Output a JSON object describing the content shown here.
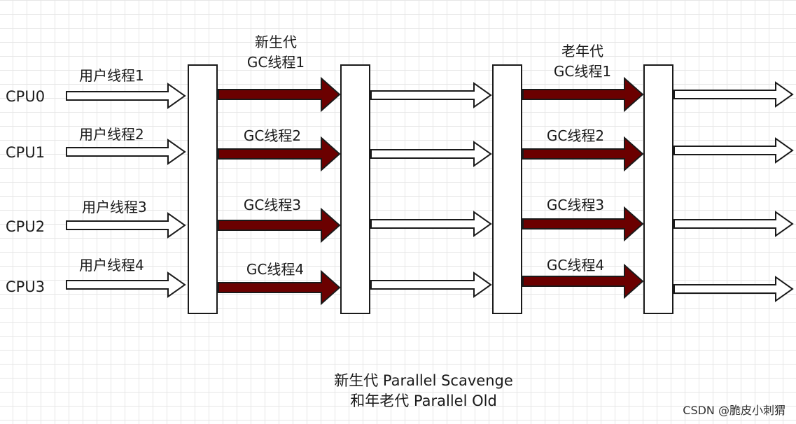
{
  "cpus": [
    "CPU0",
    "CPU1",
    "CPU2",
    "CPU3"
  ],
  "user_threads": [
    "用户线程1",
    "用户线程2",
    "用户线程3",
    "用户线程4"
  ],
  "young_phase": {
    "title": "新生代",
    "threads": [
      "GC线程1",
      "GC线程2",
      "GC线程3",
      "GC线程4"
    ]
  },
  "old_phase": {
    "title": "老年代",
    "threads": [
      "GC线程1",
      "GC线程2",
      "GC线程3",
      "GC线程4"
    ]
  },
  "caption": {
    "line1": "新生代 Parallel Scavenge",
    "line2": "和年老代 Parallel Old"
  },
  "watermark": "CSDN @脆皮小刺猬",
  "colors": {
    "gc_arrow_fill": "#6b0000",
    "user_arrow_fill": "#ffffff",
    "stroke": "#1a1a1a"
  }
}
